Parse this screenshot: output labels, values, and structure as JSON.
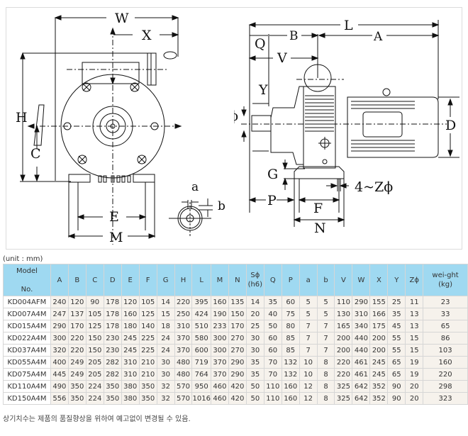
{
  "diagram": {
    "front_view_labels": {
      "W": "W",
      "X": "X",
      "H": "H",
      "C": "C",
      "E": "E",
      "M": "M",
      "a": "a",
      "b": "b"
    },
    "side_view_labels": {
      "L": "L",
      "A": "A",
      "B": "B",
      "Q": "Q",
      "V": "V",
      "Y": "Y",
      "S": "Sϕ",
      "D": "D",
      "G": "G",
      "Z": "4~Zϕ",
      "P": "P",
      "F": "F",
      "N": "N"
    }
  },
  "table": {
    "unit_label": "(unit : mm)",
    "headers": [
      {
        "line1": "Model",
        "line2": "No."
      },
      {
        "line1": "A"
      },
      {
        "line1": "B"
      },
      {
        "line1": "C"
      },
      {
        "line1": "D"
      },
      {
        "line1": "E"
      },
      {
        "line1": "F"
      },
      {
        "line1": "G"
      },
      {
        "line1": "H"
      },
      {
        "line1": "L"
      },
      {
        "line1": "M"
      },
      {
        "line1": "N"
      },
      {
        "line1": "Sϕ",
        "line2": "(h6)"
      },
      {
        "line1": "Q"
      },
      {
        "line1": "P"
      },
      {
        "line1": "a"
      },
      {
        "line1": "b"
      },
      {
        "line1": "V"
      },
      {
        "line1": "W"
      },
      {
        "line1": "X"
      },
      {
        "line1": "Y"
      },
      {
        "line1": "Zϕ"
      },
      {
        "line1": "wei-ght",
        "line2": "(kg)"
      }
    ],
    "rows": [
      [
        "KD004AFM",
        "240",
        "120",
        "90",
        "178",
        "120",
        "105",
        "14",
        "220",
        "395",
        "160",
        "135",
        "14",
        "35",
        "60",
        "5",
        "5",
        "110",
        "290",
        "155",
        "25",
        "11",
        "23"
      ],
      [
        "KD007A4M",
        "247",
        "137",
        "105",
        "178",
        "160",
        "125",
        "15",
        "250",
        "424",
        "190",
        "150",
        "20",
        "40",
        "75",
        "5",
        "5",
        "130",
        "310",
        "166",
        "35",
        "13",
        "33"
      ],
      [
        "KD015A4M",
        "290",
        "170",
        "125",
        "178",
        "180",
        "140",
        "18",
        "310",
        "510",
        "233",
        "170",
        "25",
        "50",
        "80",
        "7",
        "7",
        "165",
        "340",
        "175",
        "45",
        "13",
        "65"
      ],
      [
        "KD022A4M",
        "300",
        "220",
        "150",
        "230",
        "245",
        "225",
        "24",
        "370",
        "580",
        "300",
        "270",
        "30",
        "60",
        "85",
        "7",
        "7",
        "200",
        "440",
        "200",
        "55",
        "15",
        "86"
      ],
      [
        "KD037A4M",
        "320",
        "220",
        "150",
        "230",
        "245",
        "225",
        "24",
        "370",
        "600",
        "300",
        "270",
        "30",
        "60",
        "85",
        "7",
        "7",
        "200",
        "440",
        "200",
        "55",
        "15",
        "103"
      ],
      [
        "KD055A4M",
        "400",
        "249",
        "205",
        "282",
        "310",
        "210",
        "30",
        "480",
        "719",
        "370",
        "290",
        "35",
        "70",
        "132",
        "10",
        "8",
        "220",
        "461",
        "245",
        "65",
        "19",
        "160"
      ],
      [
        "KD075A4M",
        "445",
        "249",
        "205",
        "282",
        "310",
        "210",
        "30",
        "480",
        "764",
        "370",
        "290",
        "35",
        "70",
        "132",
        "10",
        "8",
        "220",
        "461",
        "245",
        "65",
        "19",
        "220"
      ],
      [
        "KD110A4M",
        "490",
        "350",
        "224",
        "350",
        "380",
        "350",
        "32",
        "570",
        "950",
        "460",
        "420",
        "50",
        "110",
        "160",
        "12",
        "8",
        "325",
        "642",
        "352",
        "90",
        "20",
        "298"
      ],
      [
        "KD150A4M",
        "556",
        "350",
        "224",
        "350",
        "380",
        "350",
        "32",
        "570",
        "1016",
        "460",
        "420",
        "50",
        "110",
        "160",
        "12",
        "8",
        "325",
        "642",
        "352",
        "90",
        "20",
        "323"
      ]
    ]
  },
  "note": "상기치수는 제품의 품질향상을 위하여 예고없이 변경될 수 있음."
}
